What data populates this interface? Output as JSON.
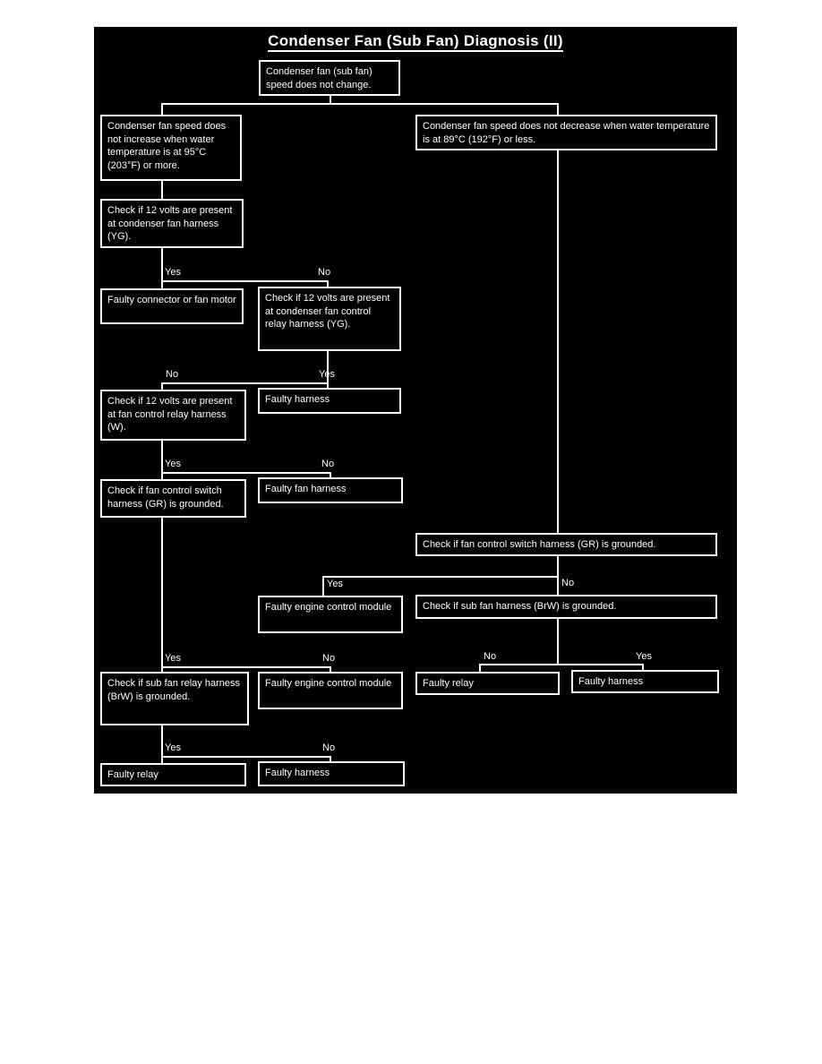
{
  "title": "Condenser Fan (Sub Fan) Diagnosis (II)",
  "colors": {
    "panel_background": "#000000",
    "page_background": "#ffffff",
    "line": "#ffffff",
    "text": "#ffffff"
  },
  "nodes": {
    "start": "Condenser fan (sub fan) speed does not change.",
    "symptom_no_increase": "Condenser fan speed does not increase when water temperature is at 95°C (203°F) or more.",
    "symptom_no_decrease": "Condenser fan speed does not decrease when water temperature is at 89°C (192°F) or less.",
    "check_12v_condenser_fan_harness": "Check if 12 volts are present at condenser fan harness (YG).",
    "faulty_connector_or_fan_motor": "Faulty connector or fan motor",
    "check_12v_condenser_fan_control_relay_harness": "Check if 12 volts are present at condenser fan control relay harness (YG).",
    "faulty_harness_mid_1": "Faulty harness",
    "check_12v_fan_control_relay_harness": "Check if 12 volts are present at fan control relay harness (W).",
    "faulty_fan_harness": "Faulty fan harness",
    "check_fan_control_switch_harness_left": "Check if fan control switch harness (GR) is grounded.",
    "check_fan_control_switch_harness_right": "Check if fan control switch harness (GR) is grounded.",
    "faulty_engine_control_module_1": "Faulty engine control module",
    "check_sub_fan_harness": "Check if sub fan harness (BrW) is grounded.",
    "check_sub_fan_relay_harness": "Check if sub fan relay harness (BrW) is grounded.",
    "faulty_engine_control_module_2": "Faulty engine control module",
    "faulty_relay_right": "Faulty relay",
    "faulty_harness_right": "Faulty harness",
    "faulty_relay_left": "Faulty relay",
    "faulty_harness_left": "Faulty harness"
  },
  "branch_labels": {
    "yes": "Yes",
    "no": "No"
  }
}
